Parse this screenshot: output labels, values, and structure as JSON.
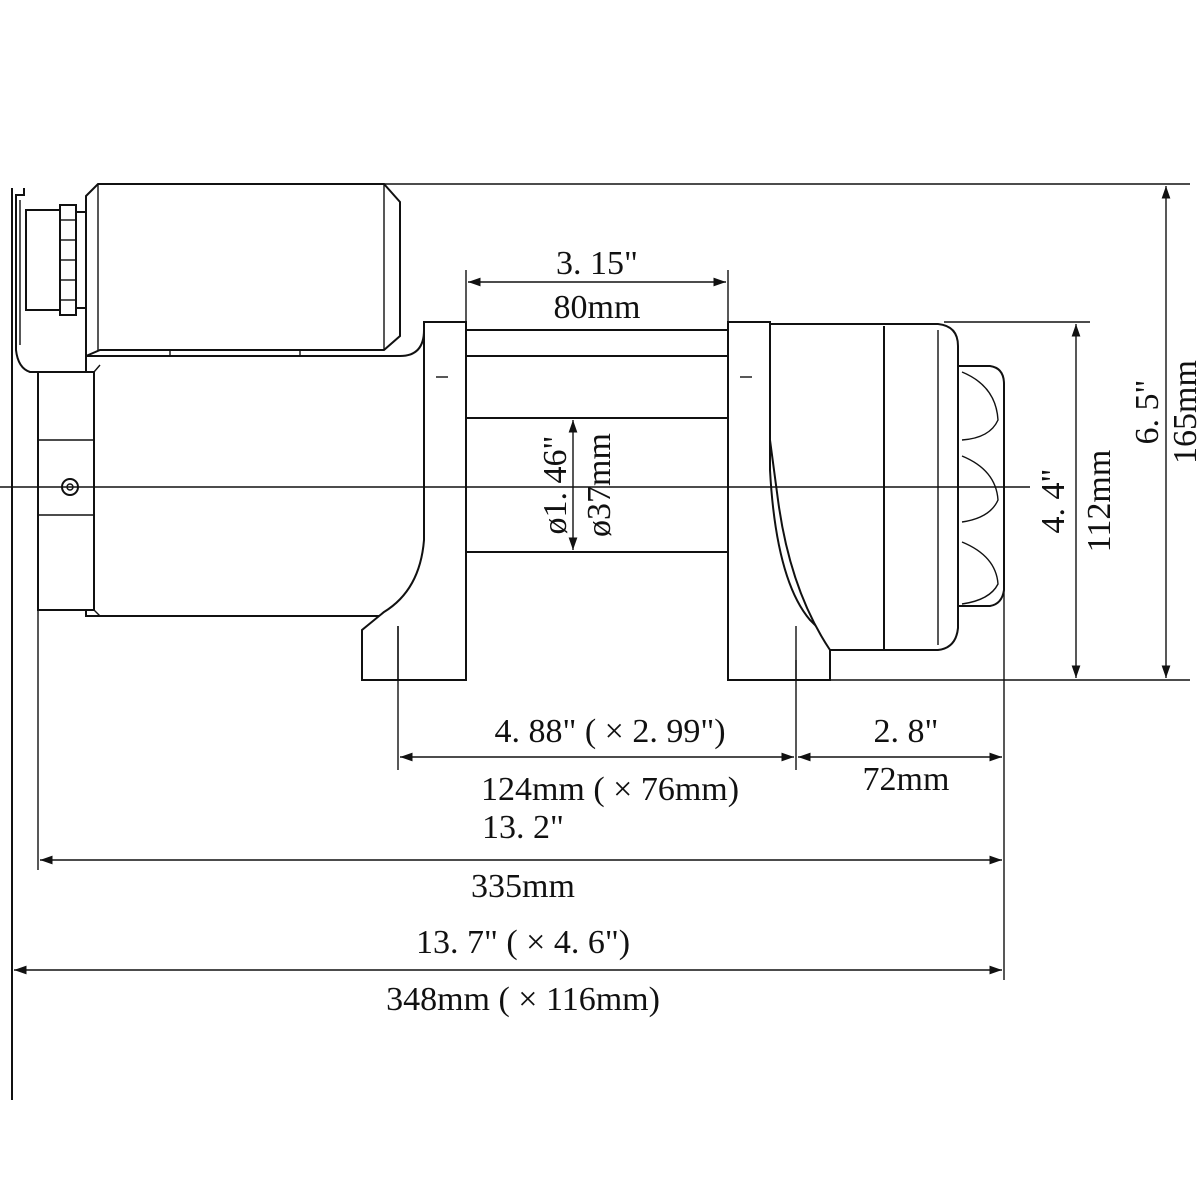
{
  "dimensions": {
    "drum_length": {
      "inch": "3. 15\"",
      "mm": "80mm"
    },
    "drum_diameter": {
      "inch": "ø1. 46\"",
      "mm": "ø37mm"
    },
    "gearbox_height": {
      "inch": "4. 4\"",
      "mm": "112mm"
    },
    "overall_height": {
      "inch": "6. 5\"",
      "mm": "165mm"
    },
    "mount_spacing": {
      "inch": "4. 88\" ( × 2. 99\")",
      "mm": "124mm ( × 76mm)"
    },
    "end_length": {
      "inch": "2. 8\"",
      "mm": "72mm"
    },
    "body_length": {
      "inch": "13. 2\"",
      "mm": "335mm"
    },
    "overall_length": {
      "inch": "13. 7\" ( × 4. 6\")",
      "mm": "348mm ( × 116mm)"
    }
  }
}
